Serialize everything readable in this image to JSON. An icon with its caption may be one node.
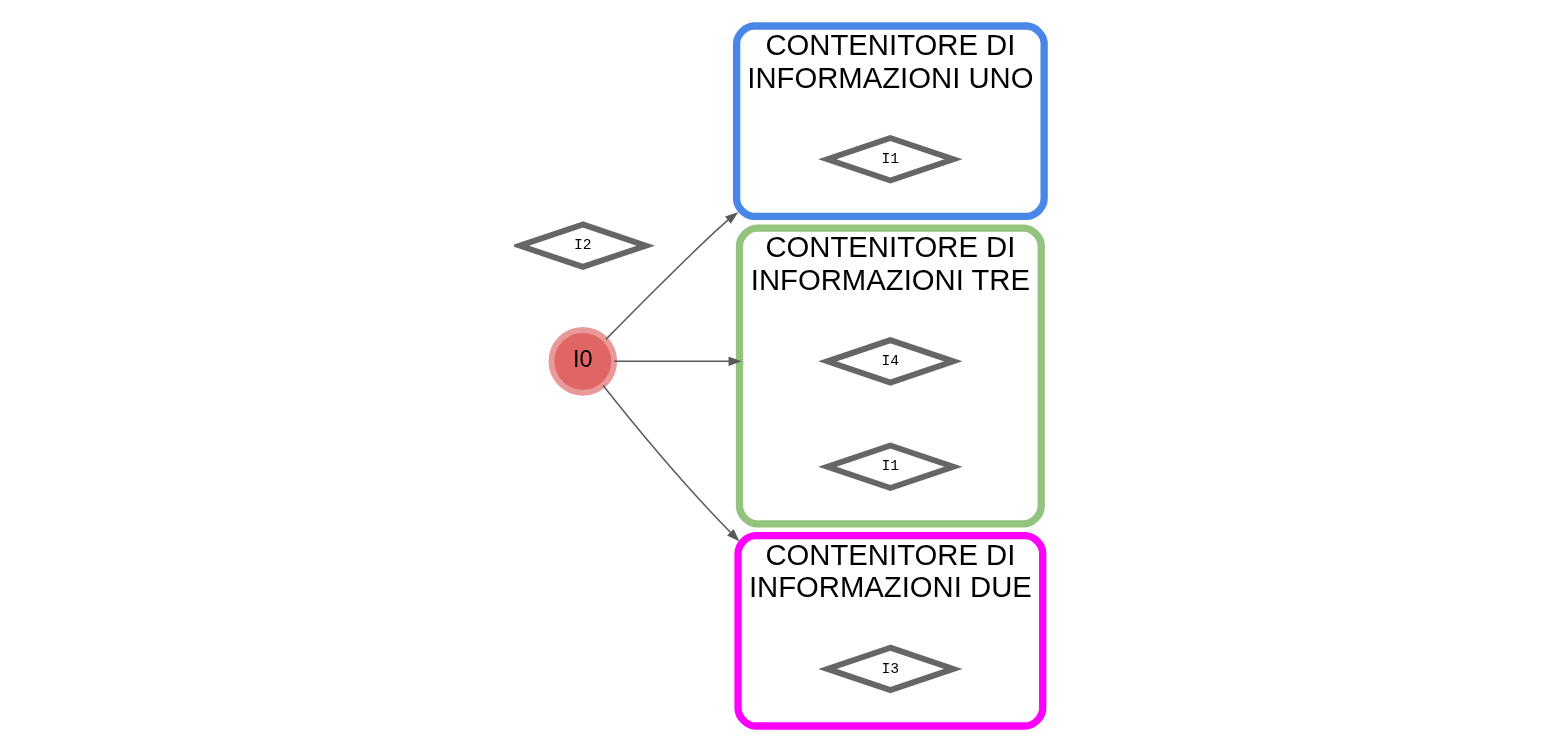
{
  "diagram": {
    "nodes": [
      {
        "text": [
          "CONTENITORE DI INFORMAZIONI UNO"
        ]
      },
      {
        "text": [
          "I1"
        ],
        "in": 0
      },
      {
        "text": [
          "I2"
        ]
      },
      {
        "text": [
          "I0"
        ]
      },
      {
        "text": [
          "CONTENITORE DI INFORMAZIONI TRE"
        ]
      },
      {
        "text": [
          "I4"
        ],
        "in": 4
      },
      {
        "text": [
          "I1"
        ],
        "in": 4
      },
      {
        "text": [
          "CONTENITORE DI INFORMAZIONI DUE"
        ]
      },
      {
        "text": [
          "I3"
        ],
        "in": 7
      }
    ],
    "edges": [
      {
        "from": 3,
        "to": 0,
        "arrow": "to"
      },
      {
        "from": 3,
        "to": 4,
        "arrow": "to"
      },
      {
        "from": 3,
        "to": 7,
        "arrow": "to"
      }
    ]
  }
}
